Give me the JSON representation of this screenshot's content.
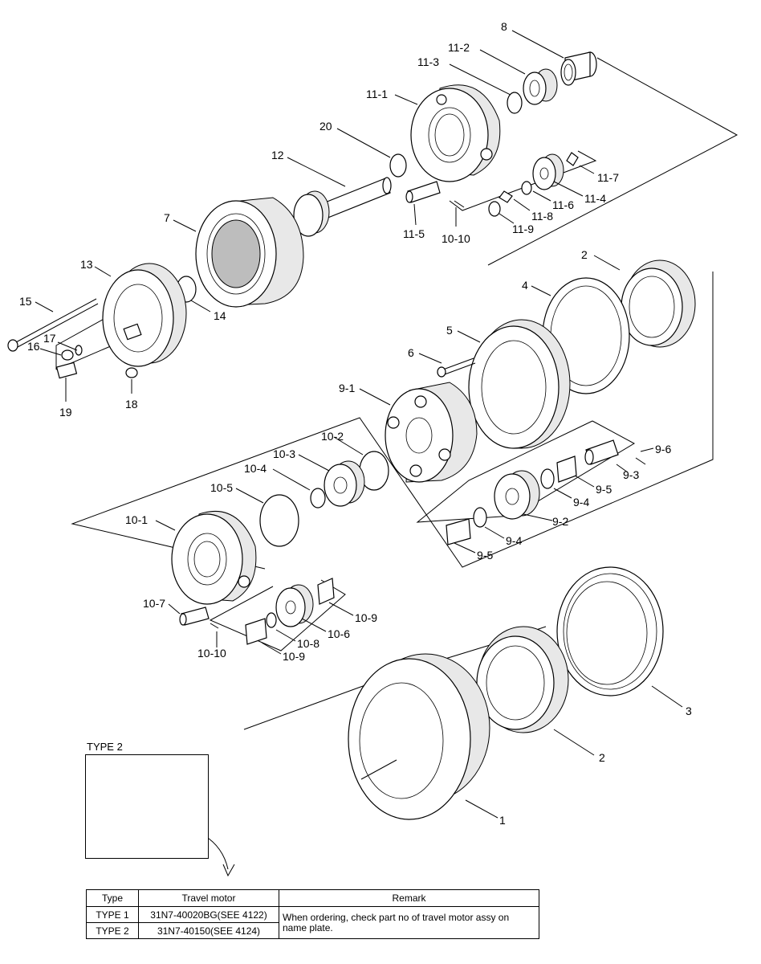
{
  "callouts": {
    "p8": "8",
    "p11_2": "11-2",
    "p11_3": "11-3",
    "p11_1": "11-1",
    "p20": "20",
    "p12": "12",
    "p11_7": "11-7",
    "p11_6": "11-6",
    "p11_4": "11-4",
    "p11_8": "11-8",
    "p11_9": "11-9",
    "p11_5": "11-5",
    "p10_10a": "10-10",
    "p7": "7",
    "p13": "13",
    "p14": "14",
    "p15": "15",
    "p17": "17",
    "p16": "16",
    "p18": "18",
    "p19": "19",
    "p2a": "2",
    "p4": "4",
    "p5": "5",
    "p6": "6",
    "p9_1": "9-1",
    "p10_2": "10-2",
    "p10_3": "10-3",
    "p10_4": "10-4",
    "p10_5": "10-5",
    "p9_6": "9-6",
    "p9_3": "9-3",
    "p9_5a": "9-5",
    "p9_4a": "9-4",
    "p9_2": "9-2",
    "p9_4b": "9-4",
    "p9_5b": "9-5",
    "p10_1": "10-1",
    "p10_7": "10-7",
    "p10_9a": "10-9",
    "p10_6": "10-6",
    "p10_8": "10-8",
    "p10_9b": "10-9",
    "p10_10b": "10-10",
    "p3": "3",
    "p2b": "2",
    "p1": "1"
  },
  "type2_label": "TYPE 2",
  "table": {
    "headers": [
      "Type",
      "Travel motor",
      "Remark"
    ],
    "rows": [
      {
        "type": "TYPE 1",
        "motor": "31N7-40020BG(SEE 4122)"
      },
      {
        "type": "TYPE 2",
        "motor": "31N7-40150(SEE 4124)"
      }
    ],
    "remark": "When ordering, check part no of travel motor assy on name plate."
  }
}
